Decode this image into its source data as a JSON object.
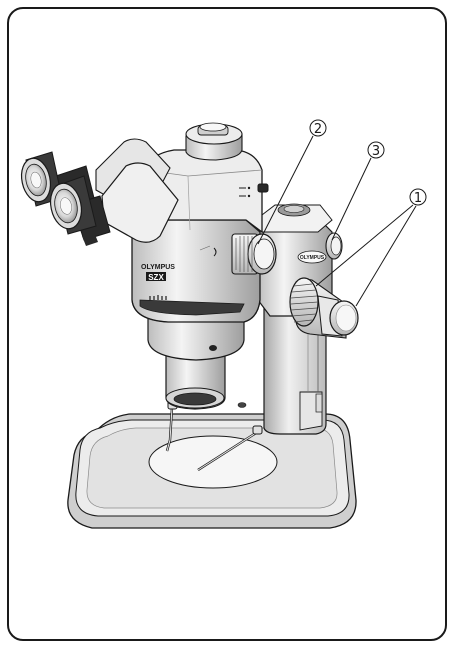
{
  "figure": {
    "callouts": [
      {
        "id": "1",
        "label": "①"
      },
      {
        "id": "2",
        "label": "②"
      },
      {
        "id": "3",
        "label": "③"
      }
    ],
    "branding": {
      "head_brand": "OLYMPUS",
      "head_model": "SZX",
      "knob_brand": "OLYMPUS"
    },
    "colors": {
      "outline": "#1a1a1a",
      "body_light": "#f2f2f2",
      "body_mid": "#d4d4d4",
      "body_dark": "#9a9a9a",
      "black_part": "#2a2a2a"
    }
  }
}
